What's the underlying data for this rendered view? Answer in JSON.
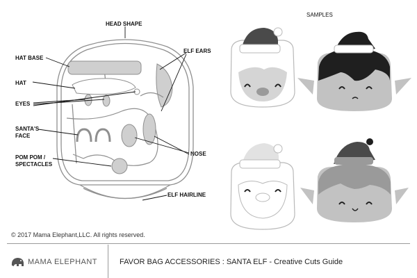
{
  "labels": {
    "head_shape": "HEAD SHAPE",
    "hat_base": "HAT BASE",
    "hat": "HAT",
    "eyes": "EYES",
    "santas_face_1": "SANTA'S",
    "santas_face_2": "FACE",
    "pom_pom_1": "POM POM /",
    "pom_pom_2": "SPECTACLES",
    "elf_ears": "ELF EARS",
    "nose": "NOSE",
    "elf_hairline": "ELF HAIRLINE",
    "samples": "SAMPLES"
  },
  "footer": {
    "copyright": "© 2017 Mama Elephant,LLC. All rights reserved.",
    "brand": "MAMA ELEPHANT",
    "title_main": "FAVOR BAG ACCESSORIES : SANTA ELF",
    "title_sub": " - Creative Cuts Guide"
  },
  "colors": {
    "outline": "#9a9a9a",
    "fill_light": "#e2e2e2",
    "fill_mid": "#c8c8c8",
    "fill_dark": "#4a4a4a",
    "fill_black": "#1f1f1f"
  }
}
